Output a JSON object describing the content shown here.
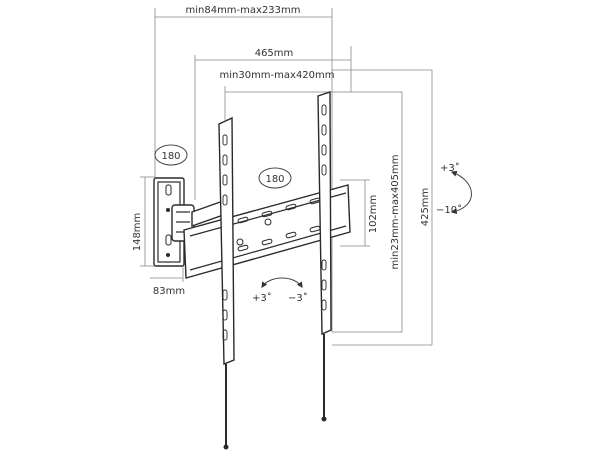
{
  "dimensions": {
    "depth_range": "min84mm-max233mm",
    "hole_spacing_h": "465mm",
    "hole_range_h": "min30mm-max420mm",
    "hole_range_v": "min23mm-max405mm",
    "bracket_height": "425mm",
    "arm_height": "102mm",
    "plate_height": "148mm",
    "plate_width": "83mm"
  },
  "rotation": {
    "swivel_wall": "180",
    "swivel_arm": "180",
    "tilt_up_side": "+3˚",
    "tilt_down_side": "−10˚",
    "level_left": "+3˚",
    "level_right": "−3˚"
  },
  "colors": {
    "line": "#2a2a2a",
    "dimension_line": "#888888",
    "text": "#333333"
  }
}
